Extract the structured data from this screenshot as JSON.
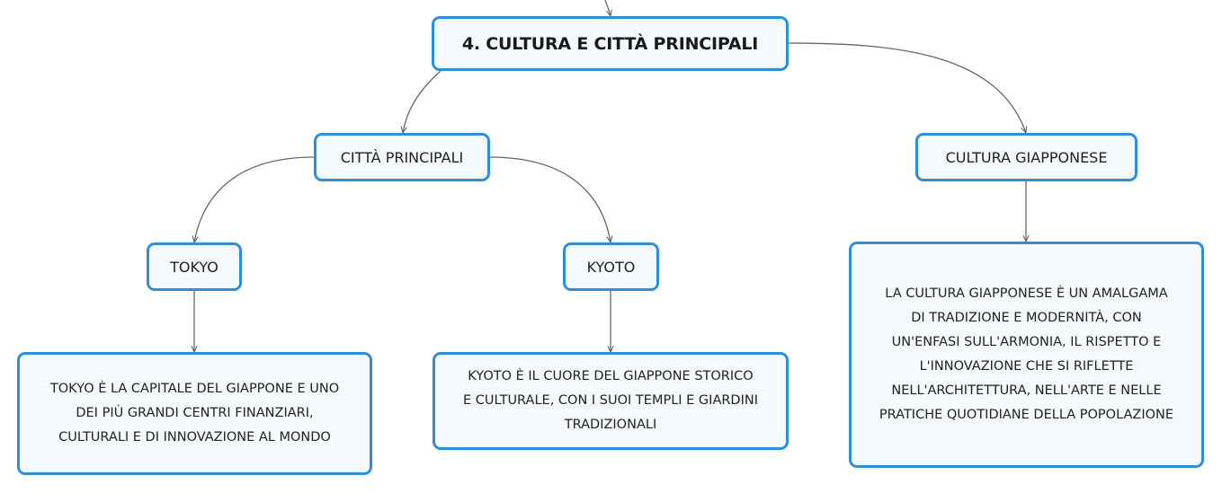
{
  "mindmap": {
    "root": {
      "label": "4. CULTURA E CITTÀ PRINCIPALI"
    },
    "citta_principali": {
      "label": "CITTÀ PRINCIPALI",
      "tokyo": {
        "label": "TOKYO",
        "description_lines": [
          "TOKYO È LA CAPITALE DEL GIAPPONE E UNO",
          "DEI PIÙ GRANDI CENTRI FINANZIARI,",
          "CULTURALI E DI INNOVAZIONE AL MONDO"
        ]
      },
      "kyoto": {
        "label": "KYOTO",
        "description_lines": [
          "KYOTO È IL CUORE DEL GIAPPONE STORICO",
          "E CULTURALE, CON I SUOI TEMPLI E GIARDINI",
          "TRADIZIONALI"
        ]
      }
    },
    "cultura_giapponese": {
      "label": "CULTURA GIAPPONESE",
      "description_lines": [
        "LA CULTURA GIAPPONESE È UN AMALGAMA",
        "DI TRADIZIONE E MODERNITÀ, CON",
        "UN'ENFASI SULL'ARMONIA, IL RISPETTO E",
        "L'INNOVAZIONE CHE SI RIFLETTE",
        "NELL'ARCHITETTURA, NELL'ARTE E NELLE",
        "PRATICHE QUOTIDIANE DELLA POPOLAZIONE"
      ]
    }
  },
  "colors": {
    "node_border": "#2e8fd8",
    "node_fill": "#f4f9fd",
    "connector": "#666666"
  }
}
